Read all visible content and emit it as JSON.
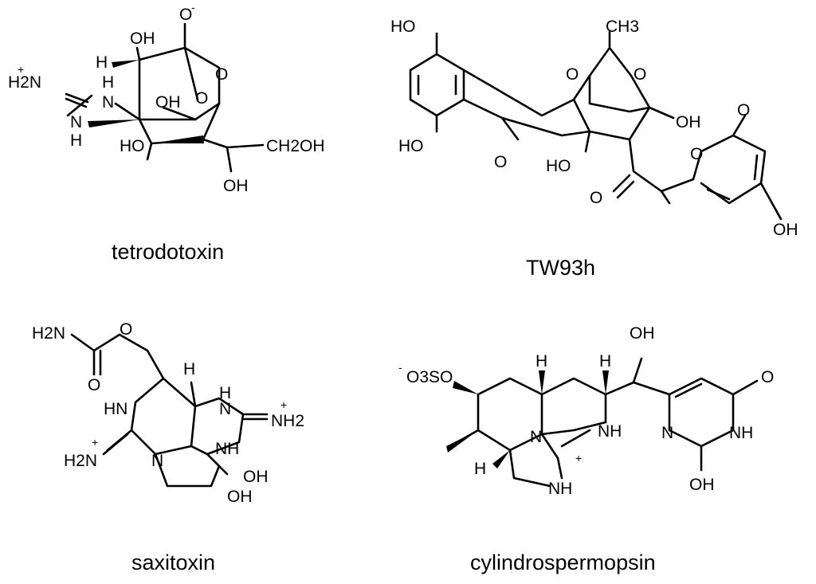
{
  "captions": {
    "tetrodotoxin": "tetrodotoxin",
    "tw93h": "TW93h",
    "saxitoxin": "saxitoxin",
    "cylindrospermopsin": "cylindrospermopsin"
  },
  "atoms": {
    "oh": "OH",
    "ho": "HO",
    "h": "H",
    "n": "N",
    "o": "O",
    "o_minus": "O",
    "minus": "-",
    "plus": "+",
    "h2n": "H2N",
    "h2": "H2",
    "n_hplus_h2": "NH2",
    "nh": "NH",
    "hn": "HN",
    "ch2oh": "CH2OH",
    "ch3": "CH3",
    "o3so": "O3SO"
  }
}
